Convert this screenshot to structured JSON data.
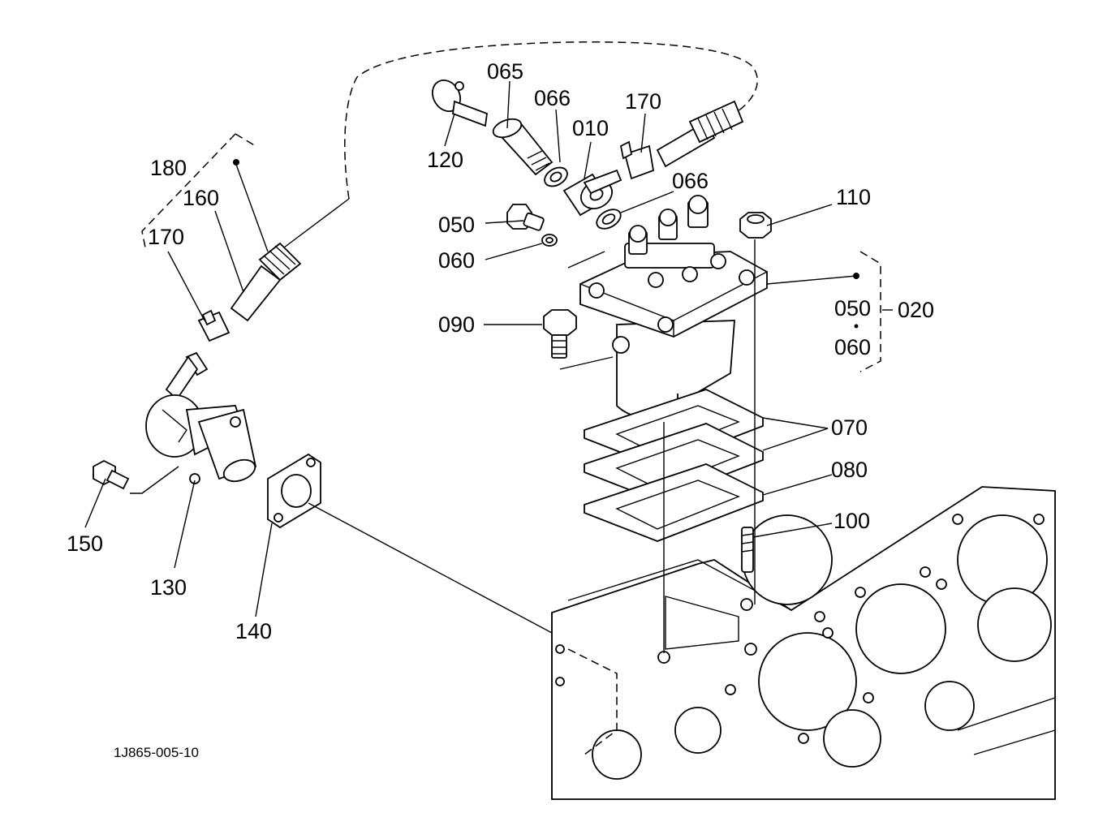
{
  "labels": {
    "p065": "065",
    "p066a": "066",
    "p010": "010",
    "p170a": "170",
    "p120": "120",
    "p066b": "066",
    "p110": "110",
    "p050a": "050",
    "p060a": "060",
    "p180": "180",
    "p160": "160",
    "p170b": "170",
    "p090": "090",
    "p050b": "050",
    "p020": "020",
    "p060b": "060",
    "p070": "070",
    "p080": "080",
    "p100": "100",
    "p150": "150",
    "p130": "130",
    "p140": "140"
  },
  "drawing_code": "1J865-005-10"
}
